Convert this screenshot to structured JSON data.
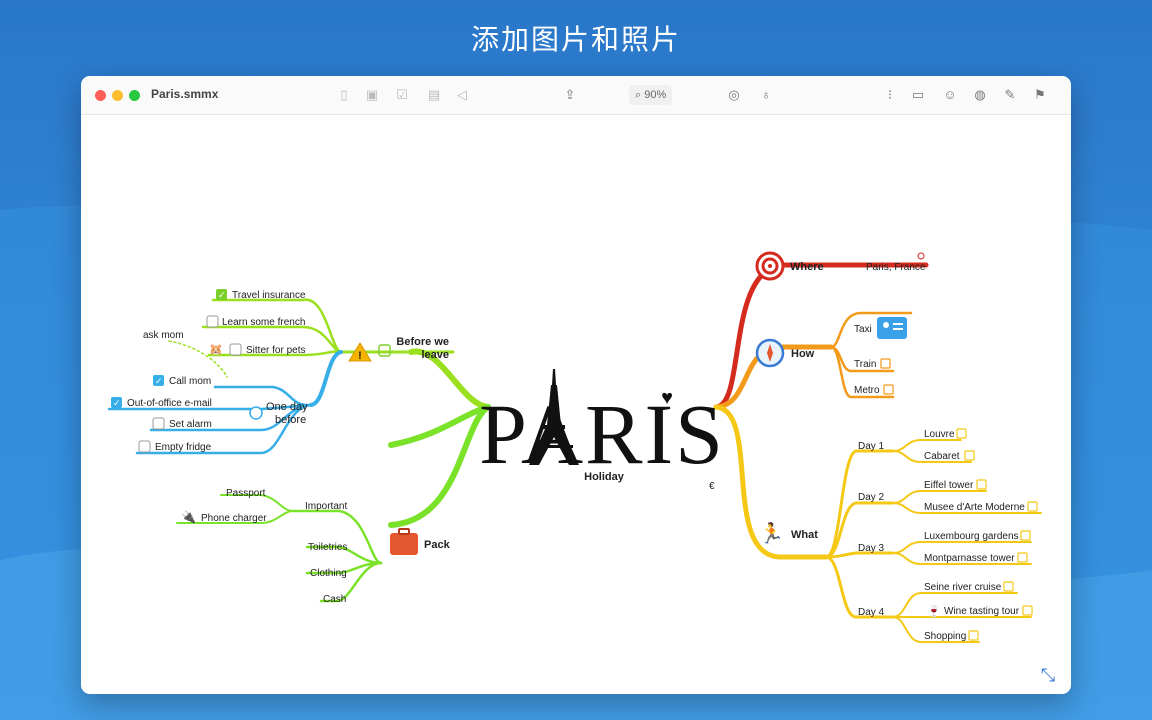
{
  "banner": "添加图片和照片",
  "window": {
    "doc_title": "Paris.smmx",
    "zoom_level": "90%"
  },
  "toolbar": {
    "left_icons": [
      "note-icon",
      "image-icon",
      "checklist-icon",
      "table-icon",
      "tag-icon"
    ],
    "center_icons": [
      "share-icon",
      "zoom-icon",
      "focus-icon",
      "idea-icon"
    ],
    "right_icons": [
      "outline-icon",
      "comment-icon",
      "emoji-icon",
      "palette-icon",
      "pin-icon",
      "inspector-icon"
    ]
  },
  "center": {
    "title": "PARIS",
    "subtitle": "Holiday",
    "currency": "€"
  },
  "left": {
    "before_we_leave": {
      "label_line1": "Before we",
      "label_line2": "leave",
      "items": {
        "travel_insurance": "Travel insurance",
        "learn_french": "Learn some french",
        "sitter": "Sitter for pets"
      },
      "note": "ask mom",
      "one_day_before": {
        "line1": "One day",
        "line2": "before",
        "items": [
          "Call mom",
          "Out-of-office e-mail",
          "Set alarm",
          "Empty fridge"
        ]
      }
    },
    "pack": {
      "label": "Pack",
      "important": {
        "label": "Important",
        "items": [
          "Passport",
          "Phone charger"
        ]
      },
      "items": [
        "Toiletries",
        "Clothing",
        "Cash"
      ]
    }
  },
  "right": {
    "where": {
      "label": "Where",
      "value": "Paris, France"
    },
    "how": {
      "label": "How",
      "items": [
        "Taxi",
        "Train",
        "Metro"
      ]
    },
    "what": {
      "label": "What",
      "days": [
        {
          "label": "Day 1",
          "items": [
            "Louvre",
            "Cabaret"
          ]
        },
        {
          "label": "Day 2",
          "items": [
            "Eiffel tower",
            "Musee d'Arte Moderne"
          ]
        },
        {
          "label": "Day 3",
          "items": [
            "Luxembourg gardens",
            "Montparnasse tower"
          ]
        },
        {
          "label": "Day 4",
          "items": [
            "Seine river cruise",
            "Wine tasting tour",
            "Shopping"
          ]
        }
      ]
    }
  },
  "colors": {
    "left_upper": "#9be01f",
    "left_blue": "#36aee8",
    "left_lower": "#7be22a",
    "where": "#d52b1e",
    "how": "#f39a1a",
    "what": "#f5c816",
    "accent": "#3a7bd5"
  }
}
